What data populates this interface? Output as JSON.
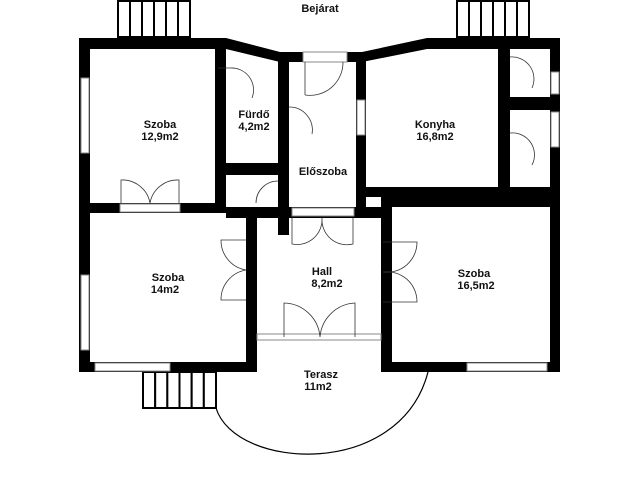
{
  "title": "Bejárat",
  "rooms": {
    "szoba1": {
      "name": "Szoba",
      "area": "12,9m2"
    },
    "furdo": {
      "name": "Fürdő",
      "area": "4,2m2"
    },
    "eloszoba": {
      "name": "Előszoba"
    },
    "konyha": {
      "name": "Konyha",
      "area": "16,8m2"
    },
    "szoba2": {
      "name": "Szoba",
      "area": "14m2"
    },
    "hall": {
      "name": "Hall",
      "area": "8,2m2"
    },
    "szoba3": {
      "name": "Szoba",
      "area": "16,5m2"
    },
    "terasz": {
      "name": "Terasz",
      "area": "11m2"
    }
  },
  "colors": {
    "wall": "#000000",
    "window": "#888888"
  }
}
